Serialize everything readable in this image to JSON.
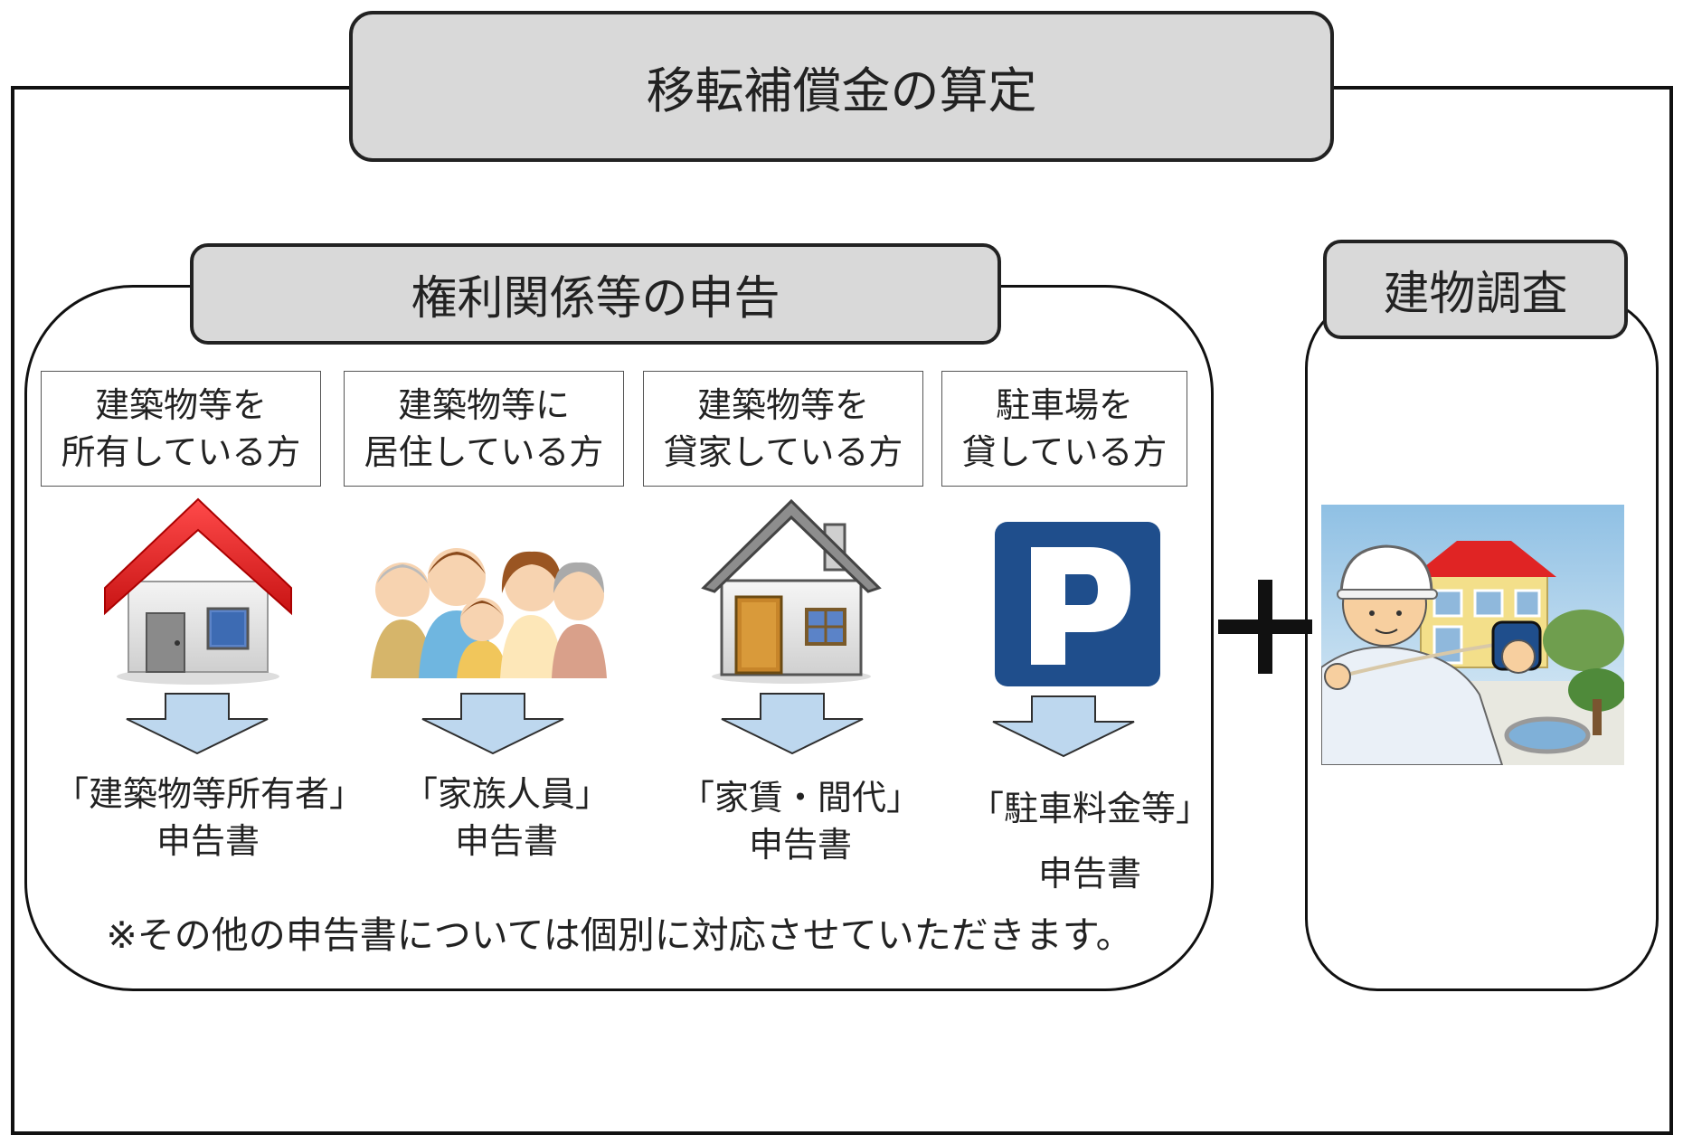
{
  "title": "移転補償金の算定",
  "left_section": {
    "title": "権利関係等の申告",
    "categories": [
      {
        "line1": "建築物等を",
        "line2": "所有している方",
        "form_line1": "「建築物等所有者」",
        "form_line2": "申告書",
        "icon": "house-red-roof-icon"
      },
      {
        "line1": "建築物等に",
        "line2": "居住している方",
        "form_line1": "「家族人員」",
        "form_line2": "申告書",
        "icon": "family-icon"
      },
      {
        "line1": "建築物等を",
        "line2": "貸家している方",
        "form_line1": "「家賃・間代」",
        "form_line2": "申告書",
        "icon": "house-gray-roof-icon"
      },
      {
        "line1": "駐車場を",
        "line2": "貸している方",
        "form_line1": "「駐車料金等」",
        "form_line2": "申告書",
        "icon": "parking-sign-icon"
      }
    ],
    "note": "※その他の申告書については個別に対応させていただきます。"
  },
  "right_section": {
    "title": "建物調査",
    "illustration": "building-inspector-illustration"
  },
  "colors": {
    "pill_fill": "#d9d9d9",
    "arrow_fill": "#bdd7ee",
    "arrow_stroke": "#2f2f2f",
    "red_roof": "#e02020",
    "parking_blue": "#1f4e8c"
  }
}
